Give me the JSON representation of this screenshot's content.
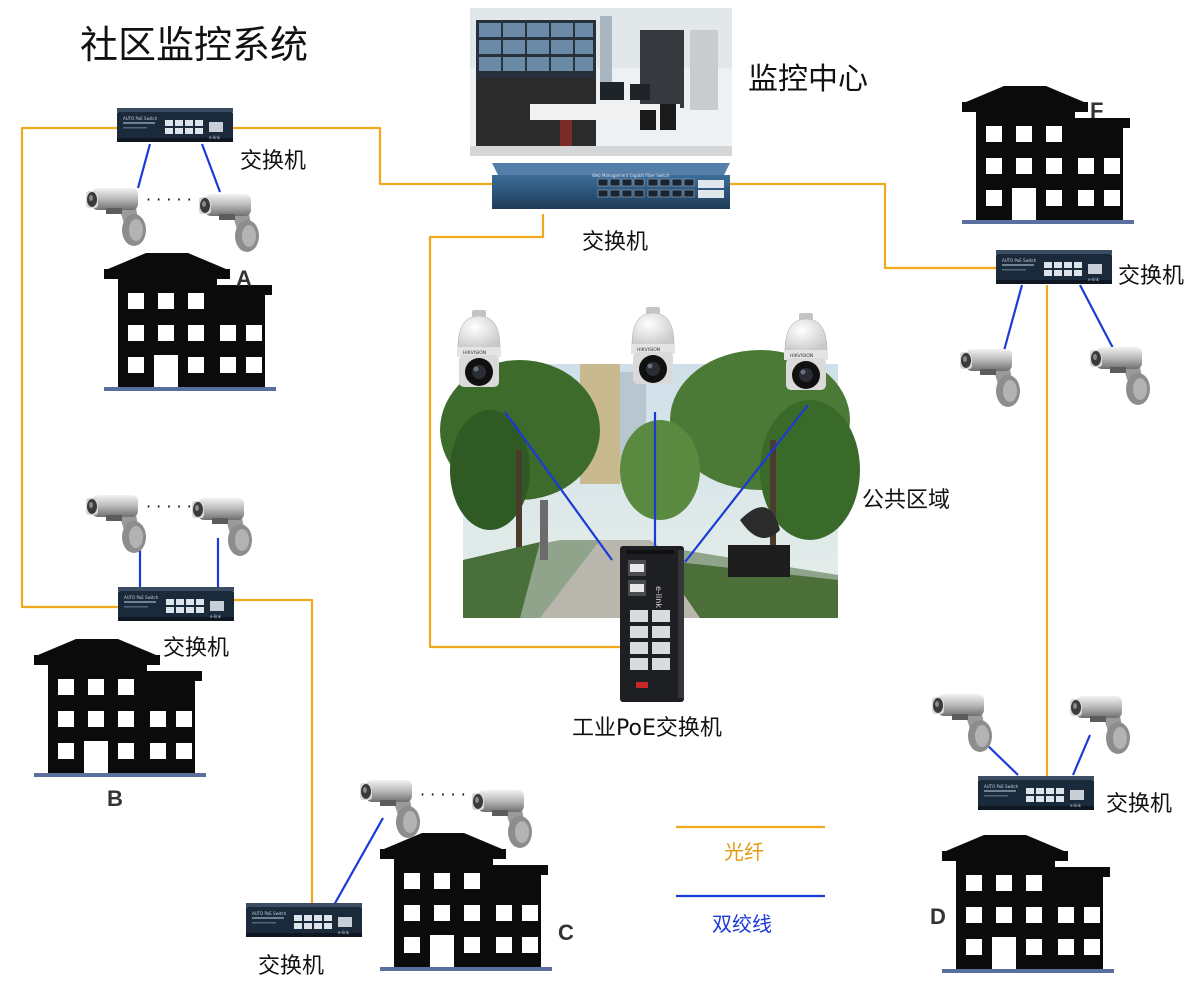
{
  "title": "社区监控系统",
  "labels": {
    "monitor_center": "监控中心",
    "core_switch": "交换机",
    "switch": "交换机",
    "industrial_poe_switch": "工业PoE交换机",
    "public_area": "公共区域"
  },
  "device_text": {
    "small_switch_badge": "AUTO PoE Switch",
    "small_switch_brand": "e-link",
    "core_switch_badge": "Web Management Gigabit Fiber Switch",
    "ptz_brand": "HIKVISION",
    "industrial_brand": "e-link"
  },
  "camera_separator": "· · · · ·",
  "buildings": {
    "A": "A",
    "B": "B",
    "C": "C",
    "D": "D",
    "F": "F"
  },
  "legend": {
    "fiber": "光纤",
    "twisted_pair": "双绞线"
  },
  "colors": {
    "fiber": "#f0a81e",
    "twisted_pair": "#1b3ad6",
    "building": "#0b0b0b",
    "ground": "#5b6f9f"
  }
}
